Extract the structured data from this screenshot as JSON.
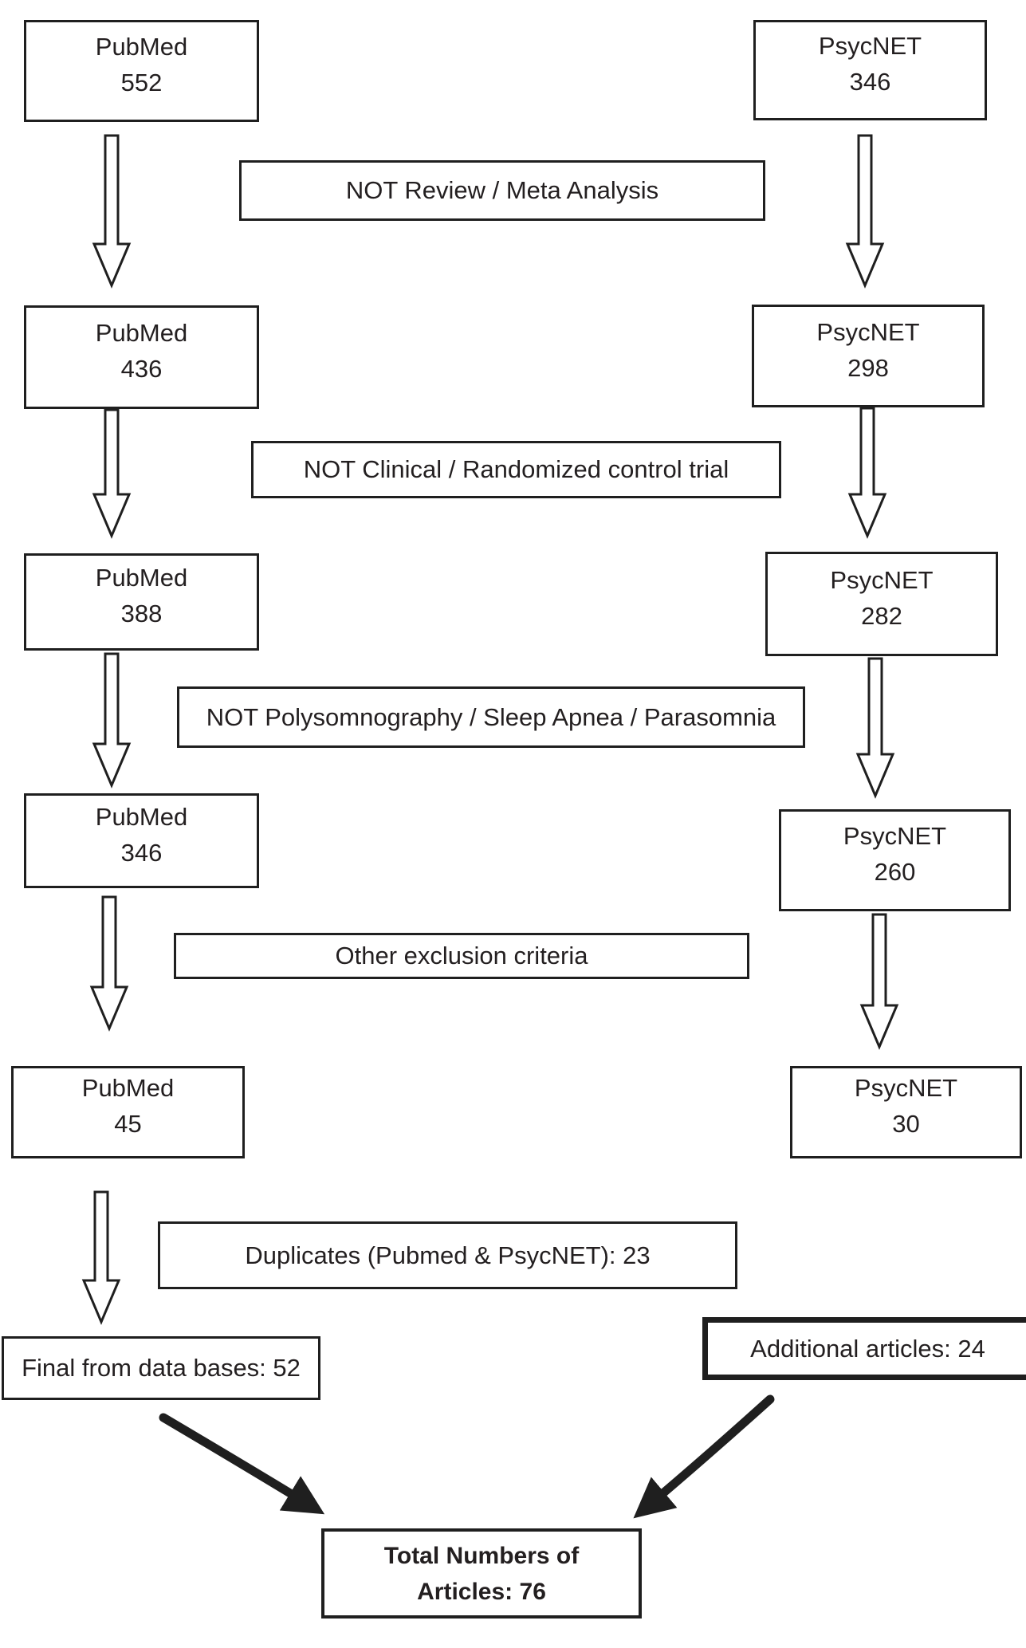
{
  "flow": {
    "left_column": [
      {
        "source": "PubMed",
        "count": "552"
      },
      {
        "source": "PubMed",
        "count": "436"
      },
      {
        "source": "PubMed",
        "count": "388"
      },
      {
        "source": "PubMed",
        "count": "346"
      },
      {
        "source": "PubMed",
        "count": "45"
      }
    ],
    "right_column": [
      {
        "source": "PsycNET",
        "count": "346"
      },
      {
        "source": "PsycNET",
        "count": "298"
      },
      {
        "source": "PsycNET",
        "count": "282"
      },
      {
        "source": "PsycNET",
        "count": "260"
      },
      {
        "source": "PsycNET",
        "count": "30"
      }
    ],
    "filters": [
      {
        "label": "NOT Review / Meta Analysis"
      },
      {
        "label": "NOT Clinical / Randomized control trial"
      },
      {
        "label": "NOT Polysomnography / Sleep Apnea / Parasomnia"
      },
      {
        "label": "Other exclusion criteria"
      },
      {
        "label": "Duplicates (Pubmed & PsycNET): 23"
      }
    ],
    "final_from_databases": "Final from data bases: 52",
    "additional_articles": "Additional articles: 24",
    "total": {
      "line1": "Total Numbers of",
      "line2": "Articles: 76"
    }
  },
  "colors": {
    "background": "#ffffff",
    "line": "#1f1f1f",
    "text": "#231f20"
  }
}
